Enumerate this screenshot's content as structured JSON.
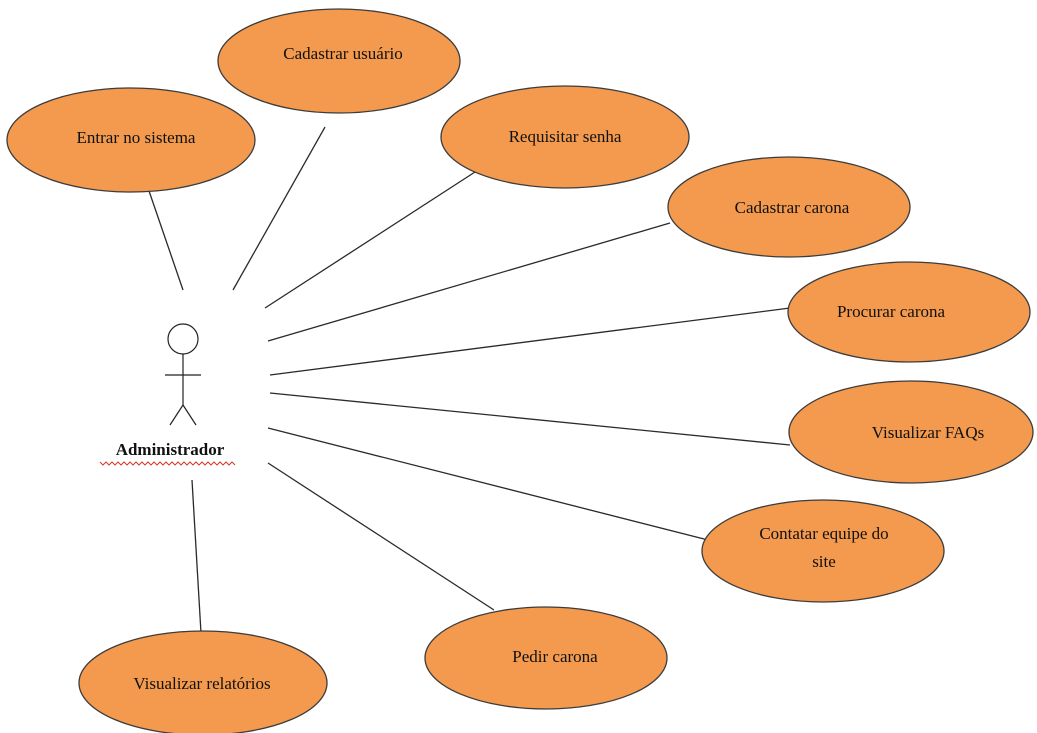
{
  "diagram": {
    "type": "use-case",
    "colors": {
      "use_case_fill": "#f39a4e",
      "use_case_stroke": "#3c3c3c",
      "line": "#2a2a2a",
      "spellcheck_underline": "#d23a2a"
    },
    "actor": {
      "name": "Administrador",
      "name_spellcheck_underline": true
    },
    "use_cases": [
      {
        "id": "entrar-no-sistema",
        "lines": [
          "Entrar no sistema"
        ]
      },
      {
        "id": "cadastrar-usuario",
        "lines": [
          "Cadastrar usuário"
        ]
      },
      {
        "id": "requisitar-senha",
        "lines": [
          "Requisitar senha"
        ]
      },
      {
        "id": "cadastrar-carona",
        "lines": [
          "Cadastrar carona"
        ]
      },
      {
        "id": "procurar-carona",
        "lines": [
          "Procurar carona"
        ]
      },
      {
        "id": "visualizar-faqs",
        "lines": [
          "Visualizar FAQs"
        ]
      },
      {
        "id": "contatar-equipe-do-site",
        "lines": [
          "Contatar equipe do",
          "site"
        ]
      },
      {
        "id": "pedir-carona",
        "lines": [
          "Pedir carona"
        ]
      },
      {
        "id": "visualizar-relatorios",
        "lines": [
          "Visualizar relatórios"
        ]
      }
    ]
  }
}
